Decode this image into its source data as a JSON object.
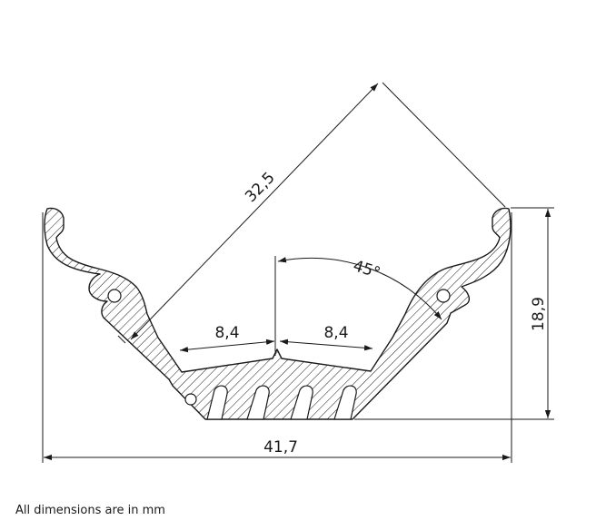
{
  "dimensions": {
    "diagonal": "32,5",
    "left_span": "8,4",
    "right_span": "8,4",
    "angle": "45°",
    "height": "18,9",
    "width": "41,7"
  },
  "footnote": "All dimensions are in mm"
}
